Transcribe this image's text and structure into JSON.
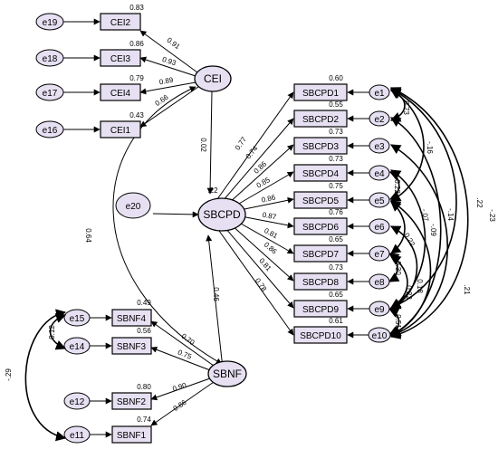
{
  "latents": {
    "cei": "CEI",
    "sbcpd": "SBCPD",
    "sbnf": "SBNF"
  },
  "errors": {
    "e19": "e19",
    "e18": "e18",
    "e17": "e17",
    "e16": "e16",
    "e20": "e20",
    "e15": "e15",
    "e14": "e14",
    "e12": "e12",
    "e11": "e11",
    "e1": "e1",
    "e2": "e2",
    "e3": "e3",
    "e4": "e4",
    "e5": "e5",
    "e6": "e6",
    "e7": "e7",
    "e8": "e8",
    "e9": "e9",
    "e10": "e10"
  },
  "cei_items": [
    {
      "label": "CEI2",
      "r2": "0.83",
      "loading": "0.91"
    },
    {
      "label": "CEI3",
      "r2": "0.86",
      "loading": "0.93"
    },
    {
      "label": "CEI4",
      "r2": "0.79",
      "loading": "0.89"
    },
    {
      "label": "CEI1",
      "r2": "0.43",
      "loading": "0.66"
    }
  ],
  "sbcpd_items": [
    {
      "label": "SBCPD1",
      "r2": "0.60",
      "loading": "0.77"
    },
    {
      "label": "SBCPD2",
      "r2": "0.55",
      "loading": "0.74"
    },
    {
      "label": "SBCPD3",
      "r2": "0.73",
      "loading": "0.86"
    },
    {
      "label": "SBCPD4",
      "r2": "0.73",
      "loading": "0.85"
    },
    {
      "label": "SBCPD5",
      "r2": "0.75",
      "loading": "0.86"
    },
    {
      "label": "SBCPD6",
      "r2": "0.76",
      "loading": "0.87"
    },
    {
      "label": "SBCPD7",
      "r2": "0.65",
      "loading": "0.81"
    },
    {
      "label": "SBCPD8",
      "r2": "0.73",
      "loading": "0.86"
    },
    {
      "label": "SBCPD9",
      "r2": "0.65",
      "loading": "0.81"
    },
    {
      "label": "SBCPD10",
      "r2": "0.61",
      "loading": "0.78"
    }
  ],
  "sbnf_items": [
    {
      "label": "SBNF4",
      "r2": "0.49",
      "loading": "0.70"
    },
    {
      "label": "SBNF3",
      "r2": "0.56",
      "loading": "0.75"
    },
    {
      "label": "SBNF2",
      "r2": "0.80",
      "loading": "0.90"
    },
    {
      "label": "SBNF1",
      "r2": "0.74",
      "loading": "0.86"
    }
  ],
  "paths": {
    "cei_to_sbcpd": "0.02",
    "sbnf_to_sbcpd": "0.46",
    "cei_sbnf_cov": "0.64",
    "sbcpd_r2": ".22"
  },
  "error_covariances": {
    "e15_e14": "0.12",
    "e15_e11": "-.29",
    "e1_e2": "0.73",
    "e1_e5": "-.16",
    "e4_e5": "0.22",
    "e7_e8": "0.30",
    "e9_e10": "0.51",
    "e4_e9": "-.07",
    "e2_e10": "-.14",
    "e5_e10": "-.09",
    "e1_e9": ".22",
    "e1_e10": "-.23",
    "e6_e9": "0.18",
    "e5_e7": "0.22",
    "e3_e10": ".21",
    "e7_e9": "0.22"
  }
}
